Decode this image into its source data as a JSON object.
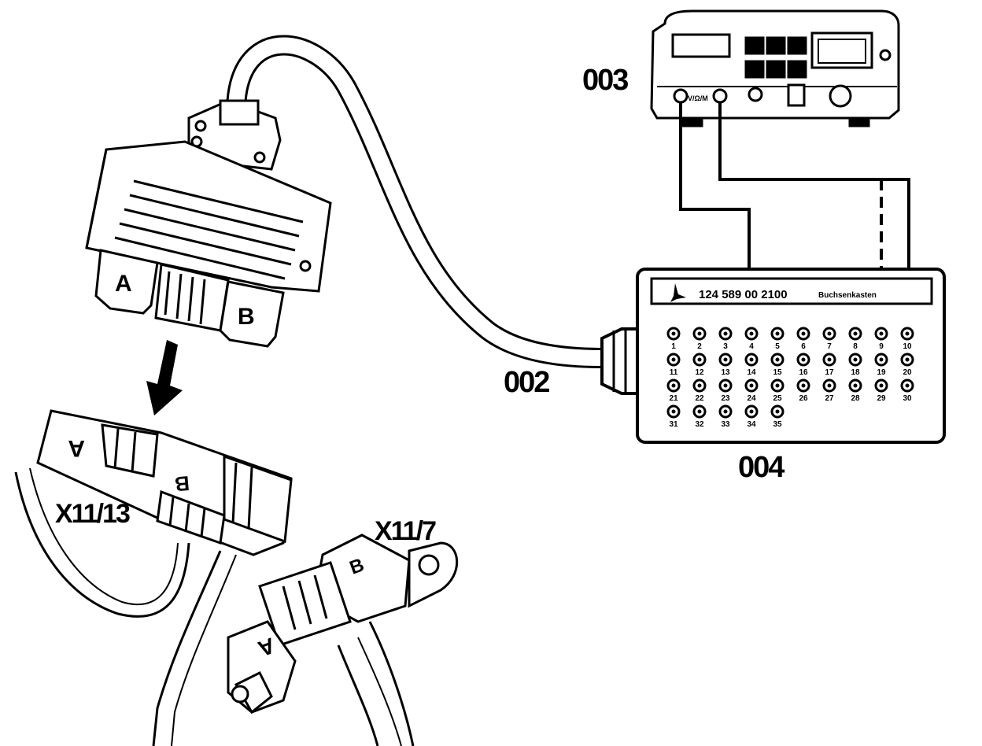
{
  "labels": {
    "cable": "002",
    "meter": "003",
    "socket_box": "004",
    "connector_lower": "X11/13",
    "connector_right": "X11/7"
  },
  "connector_letters": {
    "a": "A",
    "b": "B"
  },
  "socket_box": {
    "part_number": "124 589 00 2100",
    "title": "Buchsenkasten",
    "pins": [
      "1",
      "2",
      "3",
      "4",
      "5",
      "6",
      "7",
      "8",
      "9",
      "10",
      "11",
      "12",
      "13",
      "14",
      "15",
      "16",
      "17",
      "18",
      "19",
      "20",
      "21",
      "22",
      "23",
      "24",
      "25",
      "26",
      "27",
      "28",
      "29",
      "30",
      "31",
      "32",
      "33",
      "34",
      "35"
    ]
  },
  "meter": {
    "jack_label": "V/Ω/M"
  }
}
